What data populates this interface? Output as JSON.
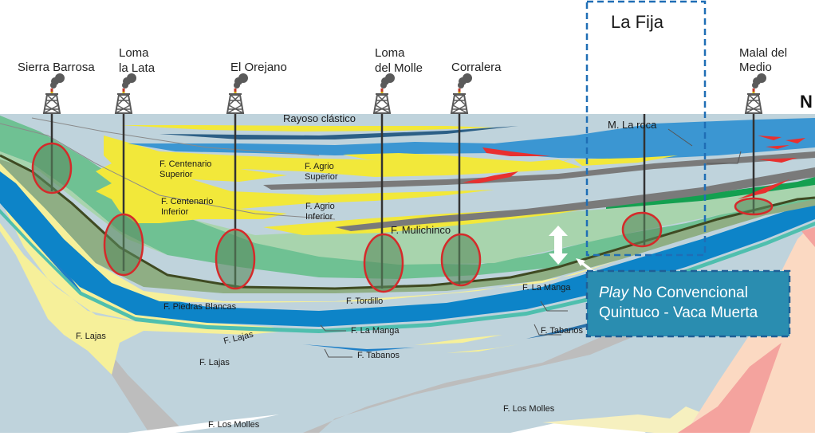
{
  "diagram": {
    "title": "Corte geológico esquemático - Cuenca Neuquina",
    "north_label": "N",
    "highlight_box": {
      "label": "La Fija"
    },
    "wells": [
      {
        "id": "sierra-barrosa",
        "lines": [
          "Sierra Barrosa"
        ]
      },
      {
        "id": "loma-la-lata",
        "lines": [
          "Loma",
          "la Lata"
        ]
      },
      {
        "id": "el-orejano",
        "lines": [
          "El Orejano"
        ]
      },
      {
        "id": "loma-del-molle",
        "lines": [
          "Loma",
          "del Molle"
        ]
      },
      {
        "id": "corralera",
        "lines": [
          "Corralera"
        ]
      },
      {
        "id": "la-fija",
        "lines": []
      },
      {
        "id": "malal-del-medio",
        "lines": [
          "Malal del",
          "Medio"
        ]
      }
    ],
    "formations": {
      "rayoso": "Rayoso clástico",
      "la_roca": "M. La roca",
      "centenario_sup": [
        "F. Centenario",
        "Superior"
      ],
      "centenario_inf": [
        "F. Centenario",
        "Inferior"
      ],
      "agrio_sup": [
        "F. Agrio",
        "Superior"
      ],
      "agrio_inf": [
        "F. Agrio",
        "Inferior"
      ],
      "mulichinco": "F. Mulichinco",
      "piedras_blancas": "F. Piedras Blancas",
      "tordillo": "F. Tordillo",
      "la_manga_1": "F. La Manga",
      "la_manga_2": "F. La Manga",
      "tabanos_1": "F. Tabanos",
      "tabanos_2": "F. Tabanos",
      "lajas_1": "F. Lajas",
      "lajas_2": "F. Lajas",
      "lajas_3": "F. Lajas",
      "los_molles_1": "F. Los Molles",
      "los_molles_2": "F. Los Molles"
    },
    "callout": {
      "italic": "Play",
      "line1_rest": " No Convencional",
      "line2": "Quintuco - Vaca Muerta"
    },
    "colors": {
      "background_rock": "#bfd3dc",
      "vaca_muerta": "#6fc193",
      "quintuco": "#a8d4ad",
      "lower_vm": "#8fae84",
      "sand_yellow": "#f2e83a",
      "pale_yellow": "#f6f09a",
      "blue_layer": "#3b96d2",
      "deep_blue": "#0d84c8",
      "grey_layer": "#7a7a7a",
      "red_lens": "#e8302f",
      "target_ellipse": "#d52a2a",
      "callout_bg": "#2a8db0",
      "dashed_box": "#1f6eb5",
      "basement": "#fbd9c2",
      "basement_red": "#f4a39e"
    }
  }
}
